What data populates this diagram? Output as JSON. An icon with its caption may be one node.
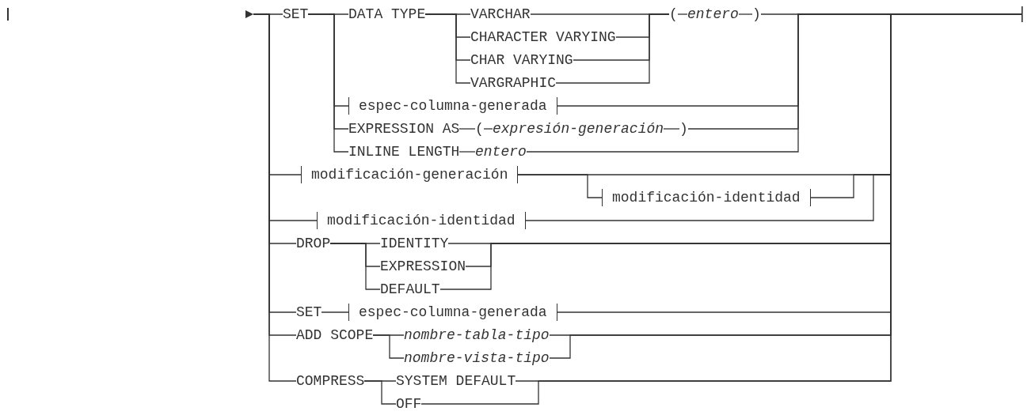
{
  "diagram": {
    "nodes": [
      {
        "text": [
          "SET"
        ]
      },
      {
        "text": [
          "DATA TYPE"
        ]
      },
      {
        "text": [
          "VARCHAR"
        ]
      },
      {
        "text": [
          "CHARACTER VARYING"
        ]
      },
      {
        "text": [
          "CHAR VARYING"
        ]
      },
      {
        "text": [
          "VARGRAPHIC"
        ]
      },
      {
        "text": [
          "("
        ]
      },
      {
        "text": [
          "entero"
        ]
      },
      {
        "text": [
          ")"
        ]
      },
      {
        "text": [
          "espec-columna-generada"
        ]
      },
      {
        "text": [
          "EXPRESSION AS"
        ]
      },
      {
        "text": [
          "("
        ]
      },
      {
        "text": [
          "expresión-generación"
        ]
      },
      {
        "text": [
          ")"
        ]
      },
      {
        "text": [
          "INLINE LENGTH"
        ]
      },
      {
        "text": [
          "entero"
        ]
      },
      {
        "text": [
          "modificación-generación"
        ]
      },
      {
        "text": [
          "modificación-identidad"
        ]
      },
      {
        "text": [
          "modificación-identidad"
        ]
      },
      {
        "text": [
          "DROP"
        ]
      },
      {
        "text": [
          "IDENTITY"
        ]
      },
      {
        "text": [
          "EXPRESSION"
        ]
      },
      {
        "text": [
          "DEFAULT"
        ]
      },
      {
        "text": [
          "SET"
        ]
      },
      {
        "text": [
          "espec-columna-generada"
        ]
      },
      {
        "text": [
          "ADD SCOPE"
        ]
      },
      {
        "text": [
          "nombre-tabla-tipo"
        ]
      },
      {
        "text": [
          "nombre-vista-tipo"
        ]
      },
      {
        "text": [
          "COMPRESS"
        ]
      },
      {
        "text": [
          "SYSTEM DEFAULT"
        ]
      },
      {
        "text": [
          "OFF"
        ]
      },
      {
        "text": [],
        "shape": "triangle"
      },
      {
        "text": [],
        "shape": "bar"
      }
    ],
    "edges": [
      {
        "from": 31,
        "to": 0,
        "arrow": "none"
      },
      {
        "from": 31,
        "to": 16,
        "arrow": "none"
      },
      {
        "from": 31,
        "to": 18,
        "arrow": "none"
      },
      {
        "from": 31,
        "to": 19,
        "arrow": "none"
      },
      {
        "from": 31,
        "to": 23,
        "arrow": "none"
      },
      {
        "from": 31,
        "to": 25,
        "arrow": "none"
      },
      {
        "from": 31,
        "to": 28,
        "arrow": "none"
      },
      {
        "from": 0,
        "to": 1,
        "arrow": "none"
      },
      {
        "from": 0,
        "to": 9,
        "arrow": "none"
      },
      {
        "from": 0,
        "to": 10,
        "arrow": "none"
      },
      {
        "from": 0,
        "to": 14,
        "arrow": "none"
      },
      {
        "from": 1,
        "to": 2,
        "arrow": "none"
      },
      {
        "from": 1,
        "to": 3,
        "arrow": "none"
      },
      {
        "from": 1,
        "to": 4,
        "arrow": "none"
      },
      {
        "from": 1,
        "to": 5,
        "arrow": "none"
      },
      {
        "from": 2,
        "to": 6,
        "arrow": "none"
      },
      {
        "from": 3,
        "to": 6,
        "arrow": "none"
      },
      {
        "from": 4,
        "to": 6,
        "arrow": "none"
      },
      {
        "from": 5,
        "to": 6,
        "arrow": "none"
      },
      {
        "from": 6,
        "to": 7,
        "arrow": "none"
      },
      {
        "from": 7,
        "to": 8,
        "arrow": "none"
      },
      {
        "from": 8,
        "to": 32,
        "arrow": "none"
      },
      {
        "from": 9,
        "to": 32,
        "arrow": "none"
      },
      {
        "from": 10,
        "to": 11,
        "arrow": "none"
      },
      {
        "from": 11,
        "to": 12,
        "arrow": "none"
      },
      {
        "from": 12,
        "to": 13,
        "arrow": "none"
      },
      {
        "from": 13,
        "to": 32,
        "arrow": "none"
      },
      {
        "from": 14,
        "to": 15,
        "arrow": "none"
      },
      {
        "from": 15,
        "to": 32,
        "arrow": "none"
      },
      {
        "from": 16,
        "to": 17,
        "arrow": "none"
      },
      {
        "from": 16,
        "to": 32,
        "arrow": "none"
      },
      {
        "from": 17,
        "to": 32,
        "arrow": "none"
      },
      {
        "from": 18,
        "to": 32,
        "arrow": "none"
      },
      {
        "from": 19,
        "to": 20,
        "arrow": "none"
      },
      {
        "from": 19,
        "to": 21,
        "arrow": "none"
      },
      {
        "from": 19,
        "to": 22,
        "arrow": "none"
      },
      {
        "from": 20,
        "to": 32,
        "arrow": "none"
      },
      {
        "from": 21,
        "to": 32,
        "arrow": "none"
      },
      {
        "from": 22,
        "to": 32,
        "arrow": "none"
      },
      {
        "from": 23,
        "to": 24,
        "arrow": "none"
      },
      {
        "from": 24,
        "to": 32,
        "arrow": "none"
      },
      {
        "from": 25,
        "to": 26,
        "arrow": "none"
      },
      {
        "from": 25,
        "to": 27,
        "arrow": "none"
      },
      {
        "from": 26,
        "to": 32,
        "arrow": "none"
      },
      {
        "from": 27,
        "to": 32,
        "arrow": "none"
      },
      {
        "from": 28,
        "to": 29,
        "arrow": "none"
      },
      {
        "from": 28,
        "to": 30,
        "arrow": "none"
      },
      {
        "from": 29,
        "to": 32,
        "arrow": "none"
      },
      {
        "from": 30,
        "to": 32,
        "arrow": "none"
      }
    ]
  }
}
